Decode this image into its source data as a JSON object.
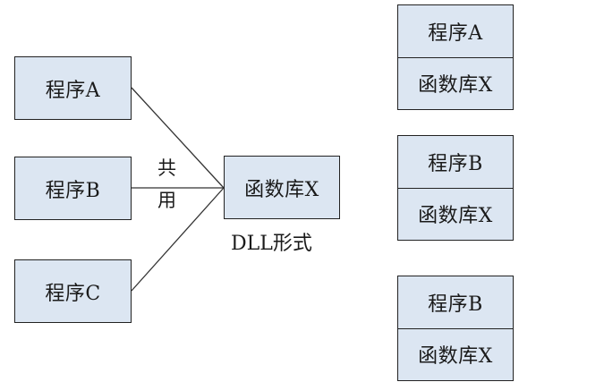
{
  "shared": {
    "programs": [
      "程序A",
      "程序B",
      "程序C"
    ],
    "library": "函数库X",
    "edge_label": [
      "共",
      "用"
    ],
    "caption": "DLL形式"
  },
  "static": [
    {
      "program": "程序A",
      "library": "函数库X"
    },
    {
      "program": "程序B",
      "library": "函数库X"
    },
    {
      "program": "程序B",
      "library": "函数库X"
    }
  ]
}
